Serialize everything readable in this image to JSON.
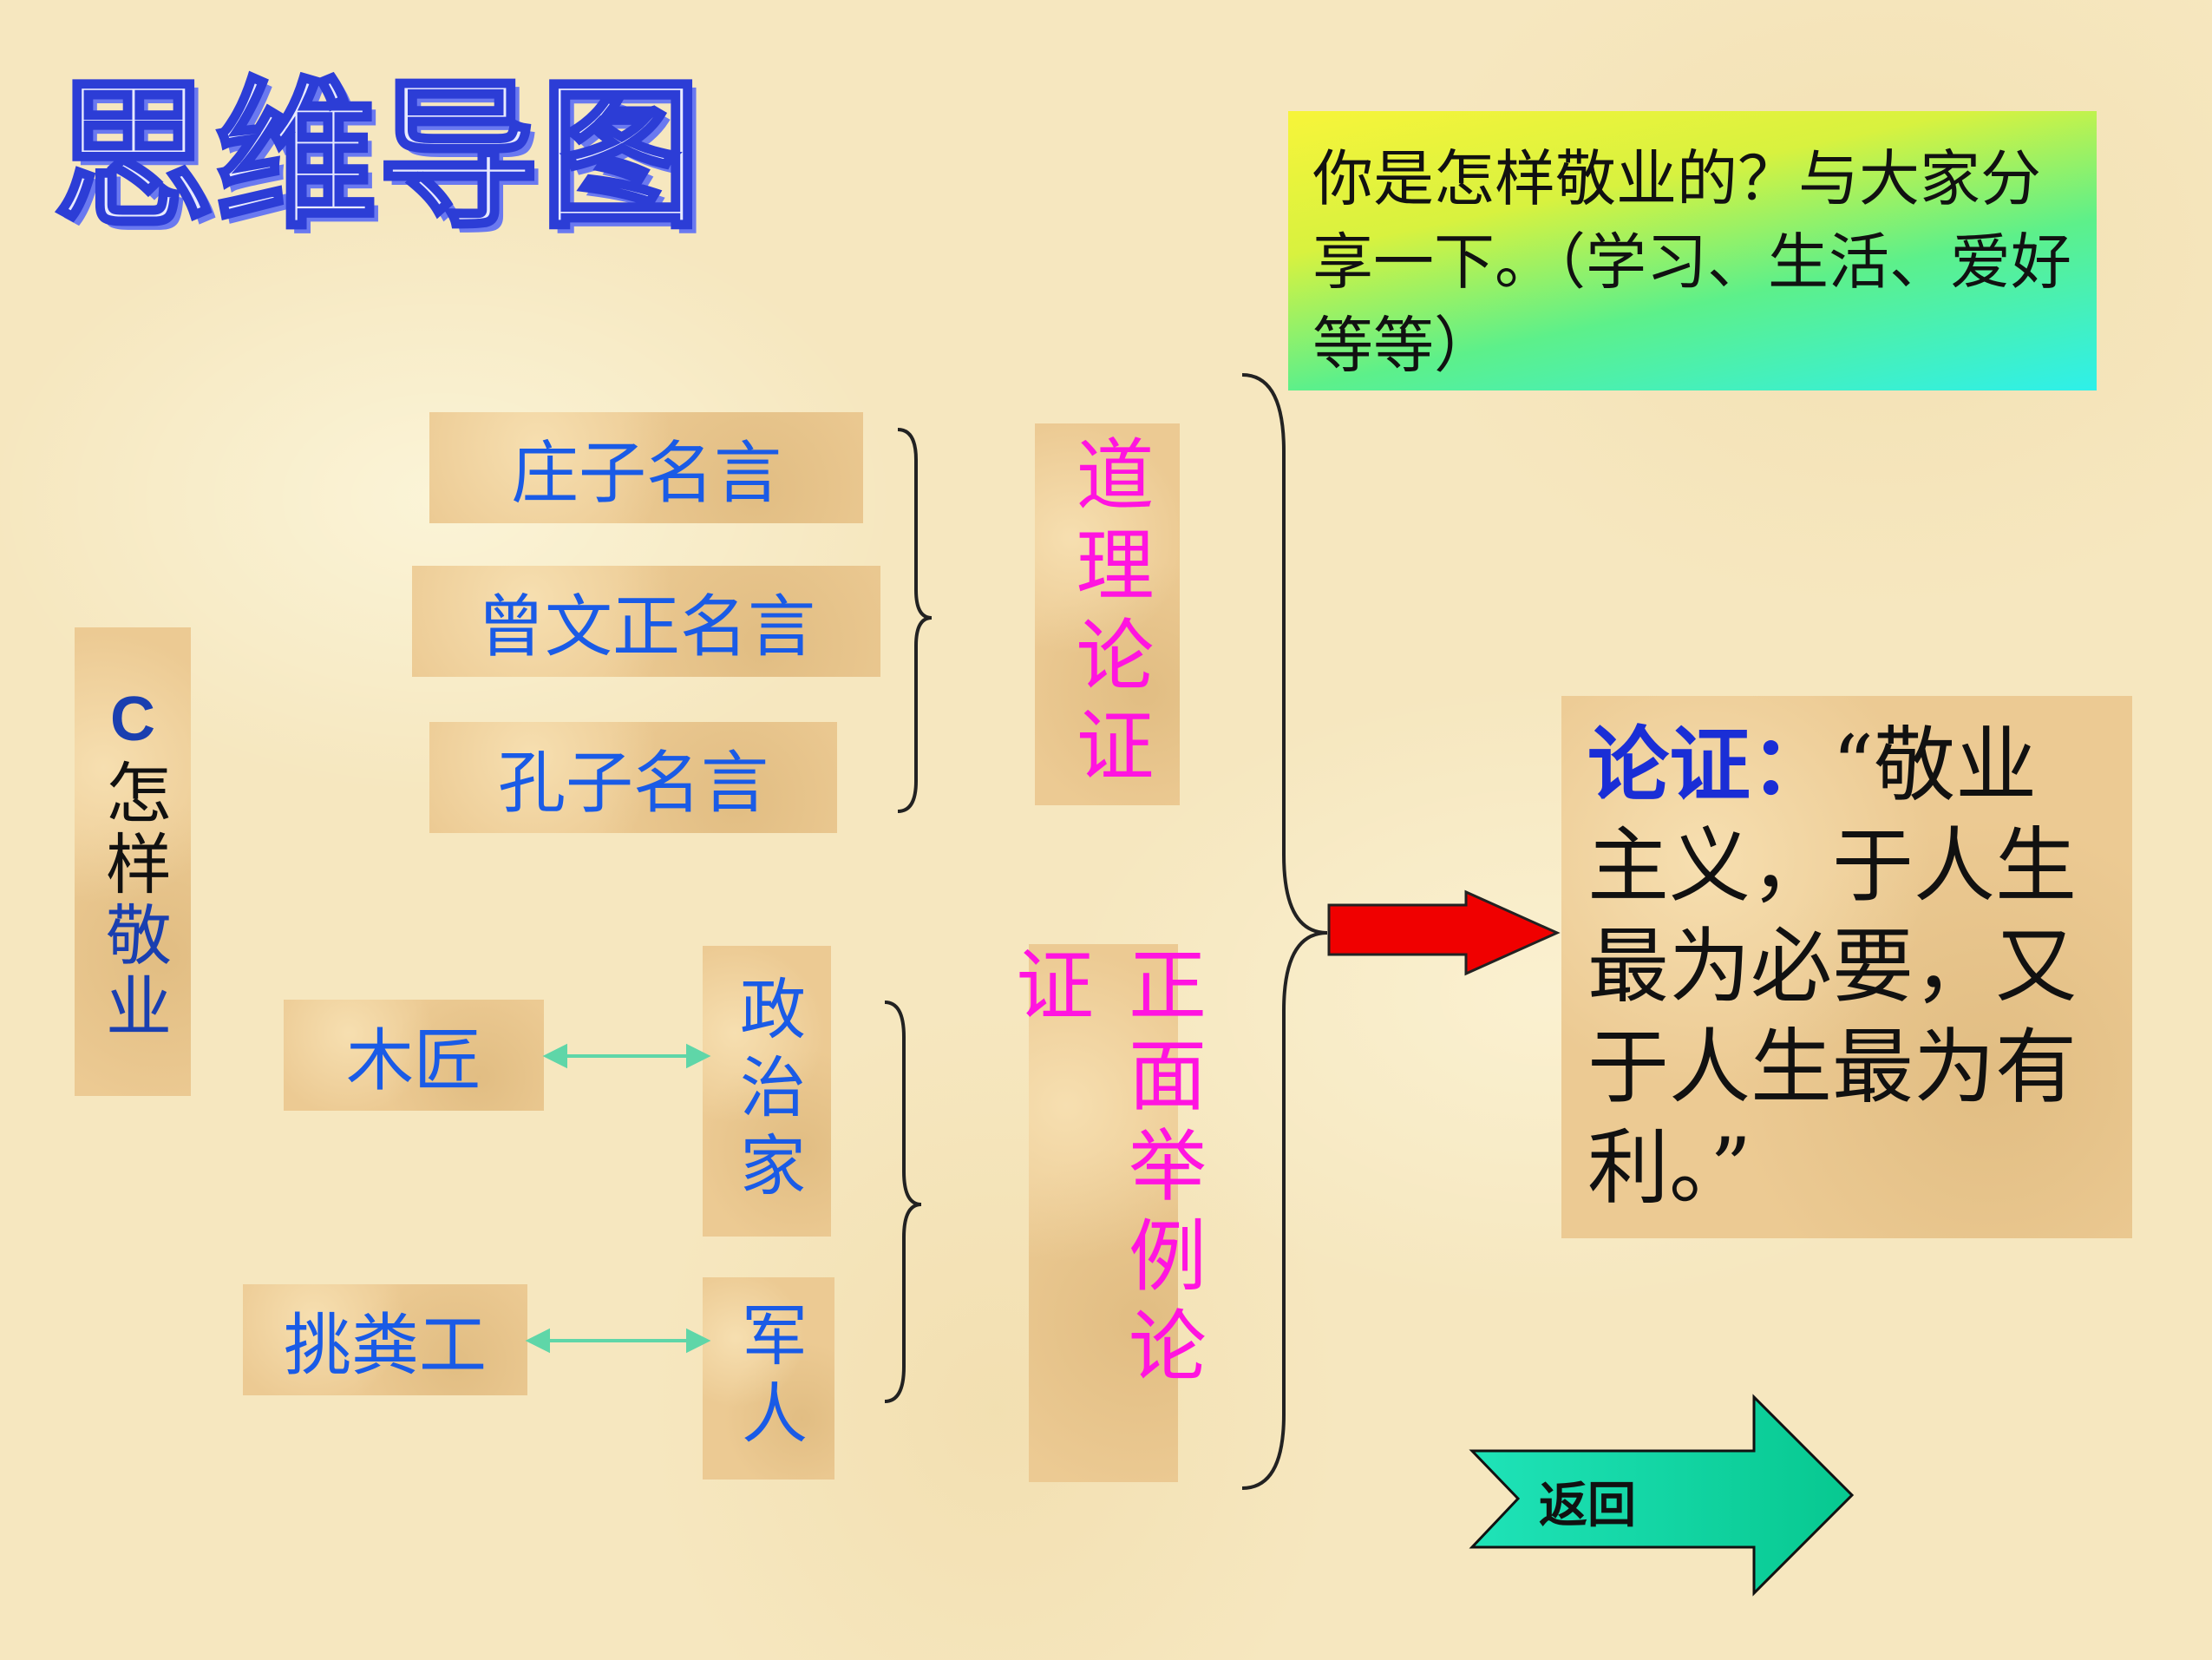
{
  "title": "思维导图",
  "question": "你是怎样敬业的？与大家分享一下。（学习、生活、爱好等等）",
  "how": {
    "letter": "C",
    "black": "怎样",
    "blue": "敬业"
  },
  "quotes": [
    "庄子名言",
    "曾文正名言",
    "孔子名言"
  ],
  "people": {
    "carpenter": "木匠",
    "manure_carrier": "挑粪工",
    "politician": "政治家",
    "soldier": "军人"
  },
  "methods": {
    "reasoning": "道理论证",
    "example": "正面举例论证"
  },
  "argument": {
    "label": "论证：",
    "text": "“敬业主义，于人生最为必要，又于人生最为有利。”"
  },
  "back_button": "返回",
  "colors": {
    "blue_text": "#1a5be6",
    "magenta_text": "#ff14e0",
    "title_fill": "#e8eaff",
    "title_outline": "#2c3dd6",
    "arrow_red": "#f00000",
    "back_arrow": "#10d8a0"
  }
}
